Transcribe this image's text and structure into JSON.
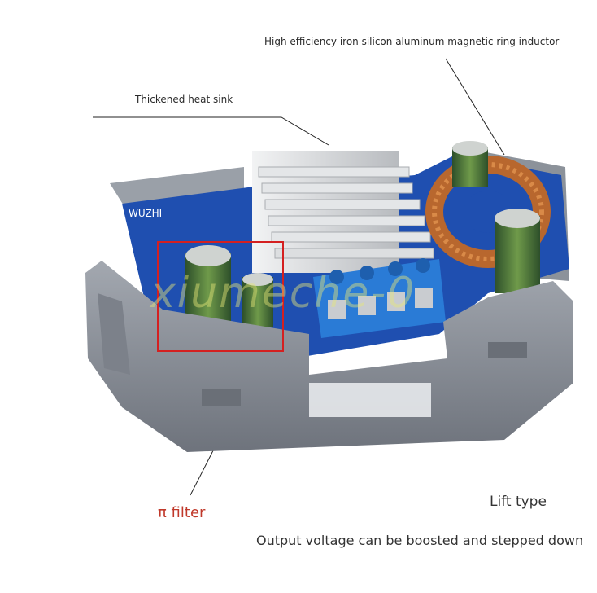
{
  "labels": {
    "inductor": "High efficiency iron silicon aluminum magnetic ring inductor",
    "heat_sink": "Thickened heat sink",
    "pi_filter": "π filter",
    "lift_type": "Lift type",
    "output": "Output voltage can be boosted and stepped down"
  },
  "board": {
    "silkscreen": "WUZHI"
  },
  "watermark": "xiumeche-0",
  "colors": {
    "housing": "#8a8f98",
    "pcb": "#1f4fb0",
    "terminal": "#2a7bd6",
    "heatsink": "#d9dbde",
    "capacitor": "#3e6b3a",
    "highlight_box": "#d42020"
  }
}
